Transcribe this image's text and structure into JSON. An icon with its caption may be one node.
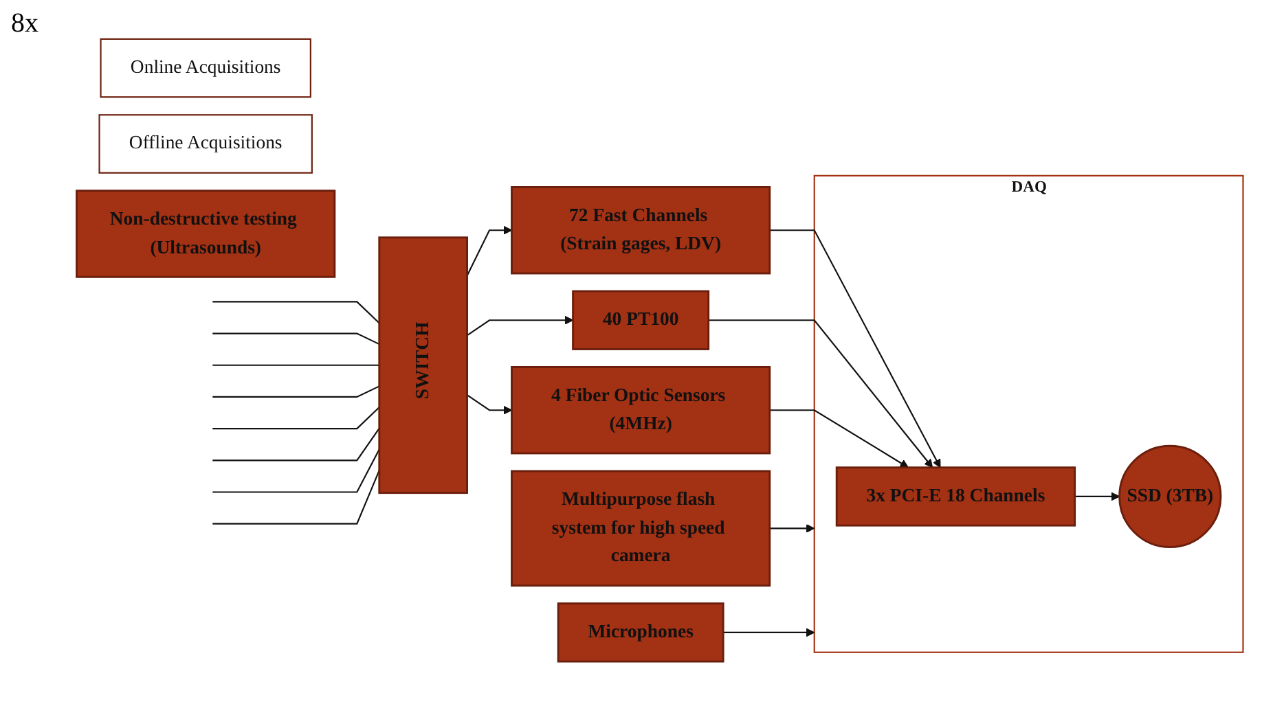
{
  "diagram": {
    "nodes": [
      {
        "text": [
          "SWITCH"
        ]
      },
      {
        "text": [
          "72 Fast Channels (Strain gages, LDV)"
        ]
      },
      {
        "text": [
          "40 PT100"
        ]
      },
      {
        "text": [
          "4 Fiber Optic Sensors (4MHz)"
        ]
      },
      {
        "text": [
          "DAQ"
        ]
      },
      {
        "text": [
          "3x PCI-E 18 Channels"
        ],
        "in": 4
      },
      {
        "text": [
          "SSD (3TB)"
        ],
        "in": 4
      },
      {
        "text": [
          "Multipurpose flash system for high speed camera"
        ]
      },
      {
        "text": [
          "Microphones"
        ]
      },
      {
        "text": [
          "Online Acquisitions"
        ]
      },
      {
        "text": [
          "Offline Acquisitions"
        ]
      },
      {
        "text": [
          "Non-destructive testing (Ultrasounds)"
        ]
      }
    ],
    "edges": [
      {
        "from": null,
        "to": 0,
        "arrow": "none"
      },
      {
        "from": null,
        "to": 0,
        "arrow": "none"
      },
      {
        "from": null,
        "to": 0,
        "arrow": "none"
      },
      {
        "from": null,
        "to": 0,
        "arrow": "none"
      },
      {
        "from": null,
        "to": 0,
        "arrow": "none"
      },
      {
        "from": null,
        "to": 0,
        "arrow": "none"
      },
      {
        "from": null,
        "to": 0,
        "arrow": "none"
      },
      {
        "from": null,
        "to": 0,
        "arrow": "none"
      },
      {
        "from": 0,
        "to": 1,
        "arrow": "to"
      },
      {
        "from": 0,
        "to": 2,
        "arrow": "to"
      },
      {
        "from": 0,
        "to": 3,
        "arrow": "to"
      },
      {
        "from": 1,
        "to": 5,
        "arrow": "to"
      },
      {
        "from": 2,
        "to": 5,
        "arrow": "to"
      },
      {
        "from": 3,
        "to": 5,
        "arrow": "to"
      },
      {
        "from": 5,
        "to": 6,
        "arrow": "to"
      },
      {
        "from": 7,
        "to": 4,
        "arrow": "to"
      },
      {
        "from": 8,
        "to": 4,
        "arrow": "to"
      }
    ],
    "labels": [
      "8x"
    ]
  }
}
